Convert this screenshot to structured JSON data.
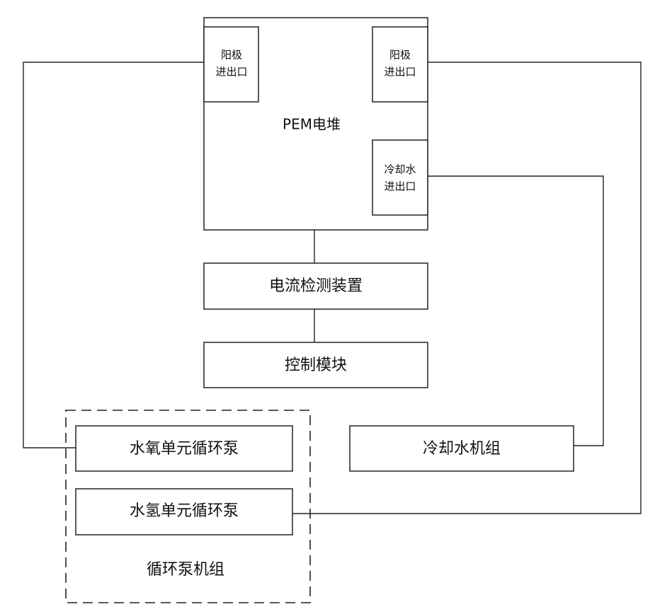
{
  "pem_stack": {
    "title": "PEM电堆",
    "anode_left": {
      "line1": "阳极",
      "line2": "进出口"
    },
    "anode_right": {
      "line1": "阳极",
      "line2": "进出口"
    },
    "cooling_port": {
      "line1": "冷却水",
      "line2": "进出口"
    }
  },
  "current_detection": "电流检测装置",
  "control_module": "控制模块",
  "pump_group": {
    "label": "循环泵机组",
    "oxygen_pump": "水氧单元循环泵",
    "hydrogen_pump": "水氢单元循环泵"
  },
  "chiller": "冷却水机组"
}
